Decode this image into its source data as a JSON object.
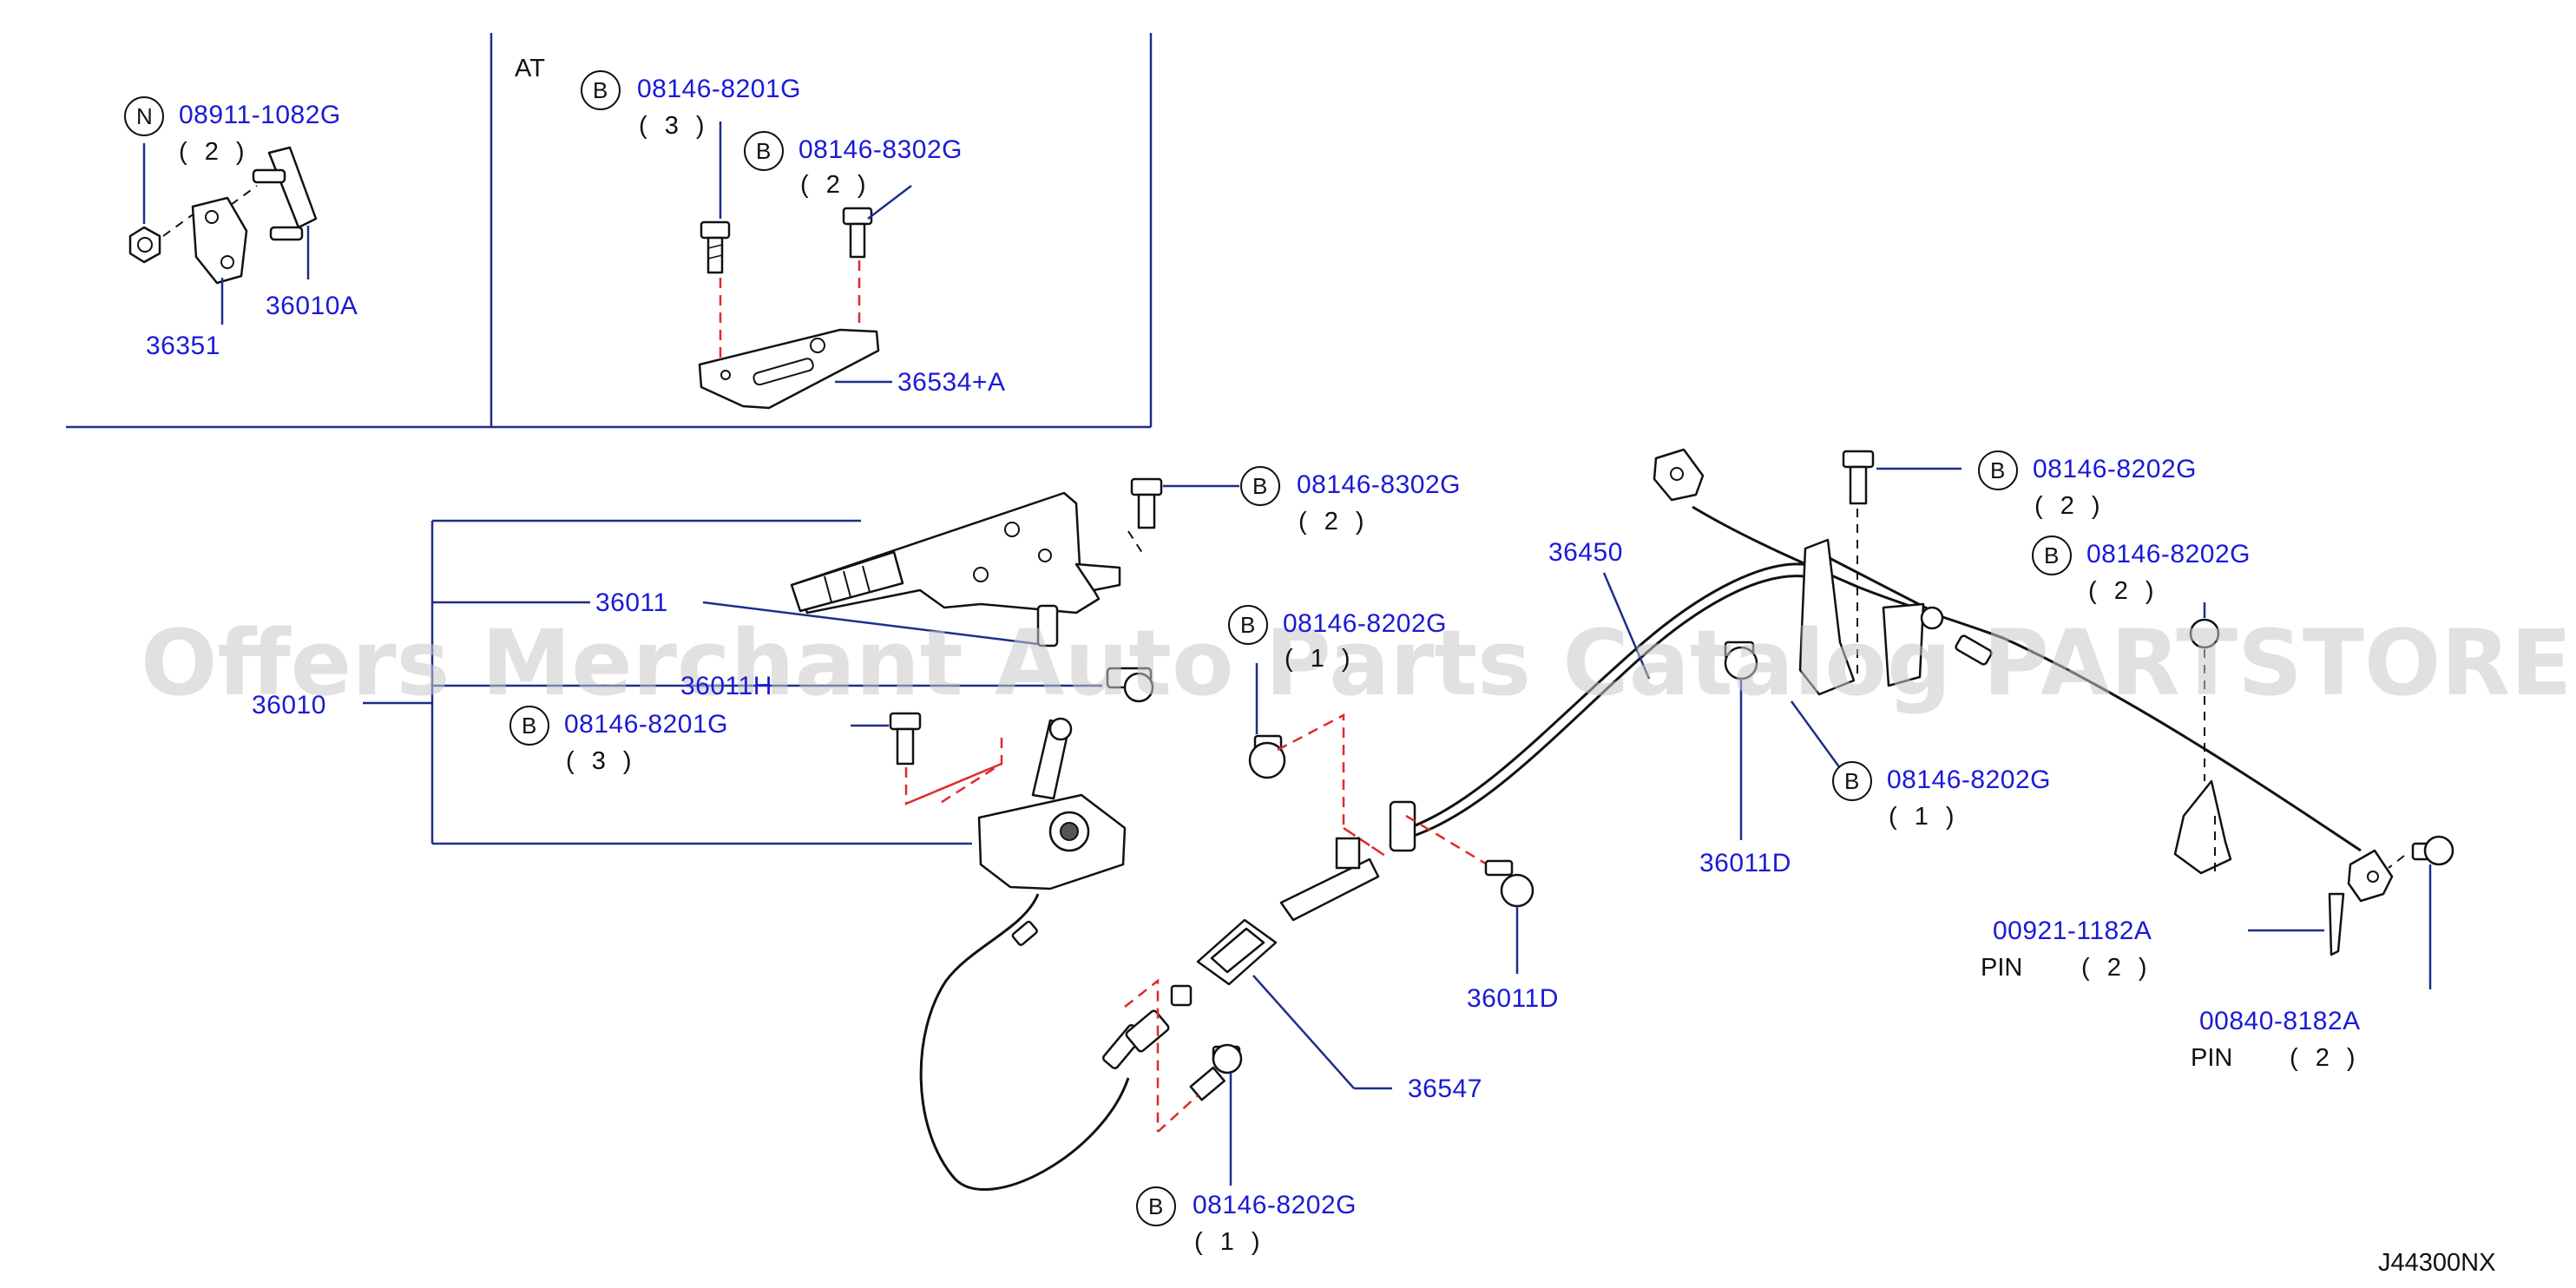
{
  "watermark": "Offers Merchant Auto Parts Catalog PARTSTORE.SA",
  "diagram_code": "J44300NX",
  "inset_at_label": "AT",
  "colors": {
    "part_number": "#1a1ad6",
    "leader": "#1c2f8c",
    "dashed_guide": "#e02a2a"
  },
  "callouts": {
    "n_08911_1082G": {
      "symbol": "N",
      "part": "08911-1082G",
      "qty": "( 2 )"
    },
    "p_36010A": {
      "part": "36010A"
    },
    "p_36351": {
      "part": "36351"
    },
    "at_b_08146_8201G": {
      "symbol": "B",
      "part": "08146-8201G",
      "qty": "( 3 )"
    },
    "at_b_08146_8302G": {
      "symbol": "B",
      "part": "08146-8302G",
      "qty": "( 2 )"
    },
    "p_36534A": {
      "part": "36534+A"
    },
    "b_08146_8302G": {
      "symbol": "B",
      "part": "08146-8302G",
      "qty": "( 2 )"
    },
    "p_36011": {
      "part": "36011"
    },
    "p_36011H": {
      "part": "36011H"
    },
    "p_36010": {
      "part": "36010"
    },
    "b_08146_8201G": {
      "symbol": "B",
      "part": "08146-8201G",
      "qty": "( 3 )"
    },
    "b_08146_8202G_mid": {
      "symbol": "B",
      "part": "08146-8202G",
      "qty": "( 1 )"
    },
    "p_36450": {
      "part": "36450"
    },
    "b_08146_8202G_r1": {
      "symbol": "B",
      "part": "08146-8202G",
      "qty": "( 2 )"
    },
    "b_08146_8202G_r2": {
      "symbol": "B",
      "part": "08146-8202G",
      "qty": "( 2 )"
    },
    "b_08146_8202G_r3": {
      "symbol": "B",
      "part": "08146-8202G",
      "qty": "( 1 )"
    },
    "p_36011D_a": {
      "part": "36011D"
    },
    "p_36011D_b": {
      "part": "36011D"
    },
    "p_00921": {
      "part": "00921-1182A",
      "name": "PIN",
      "qty": "( 2 )"
    },
    "p_00840": {
      "part": "00840-8182A",
      "name": "PIN",
      "qty": "( 2 )"
    },
    "p_36547": {
      "part": "36547"
    },
    "b_08146_8202G_bot": {
      "symbol": "B",
      "part": "08146-8202G",
      "qty": "( 1 )"
    }
  }
}
